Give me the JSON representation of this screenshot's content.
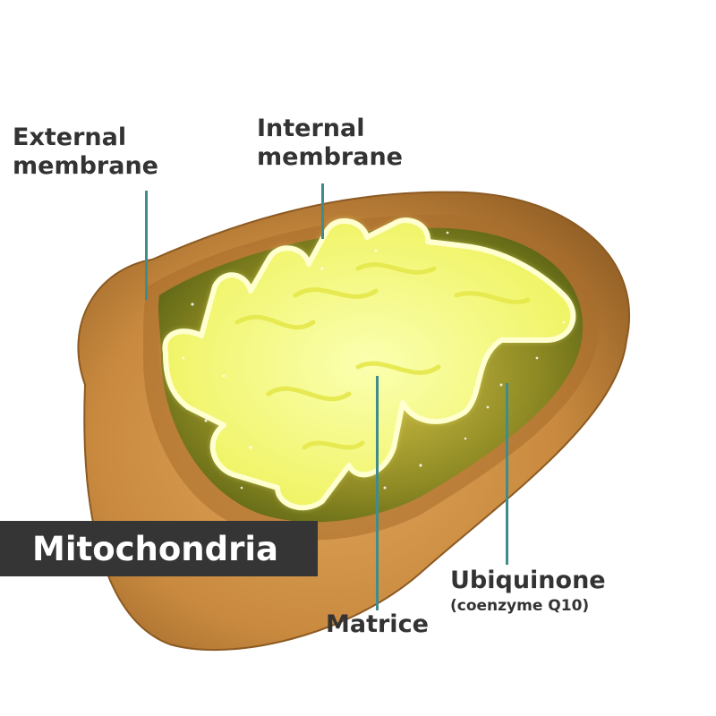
{
  "title": "Mitochondria",
  "labels": {
    "external_membrane": [
      "External",
      "membrane"
    ],
    "internal_membrane": [
      "Internal",
      "membrane"
    ],
    "matrice": "Matrice",
    "ubiquinone": "Ubiquinone",
    "ubiquinone_sub": "(coenzyme Q10)"
  },
  "colors": {
    "outer_shell": "#c98a3f",
    "inner_glow": "#f2ff70",
    "leader_line": "#3f8c8a",
    "title_bg": "#353535",
    "label_text": "#333333"
  }
}
